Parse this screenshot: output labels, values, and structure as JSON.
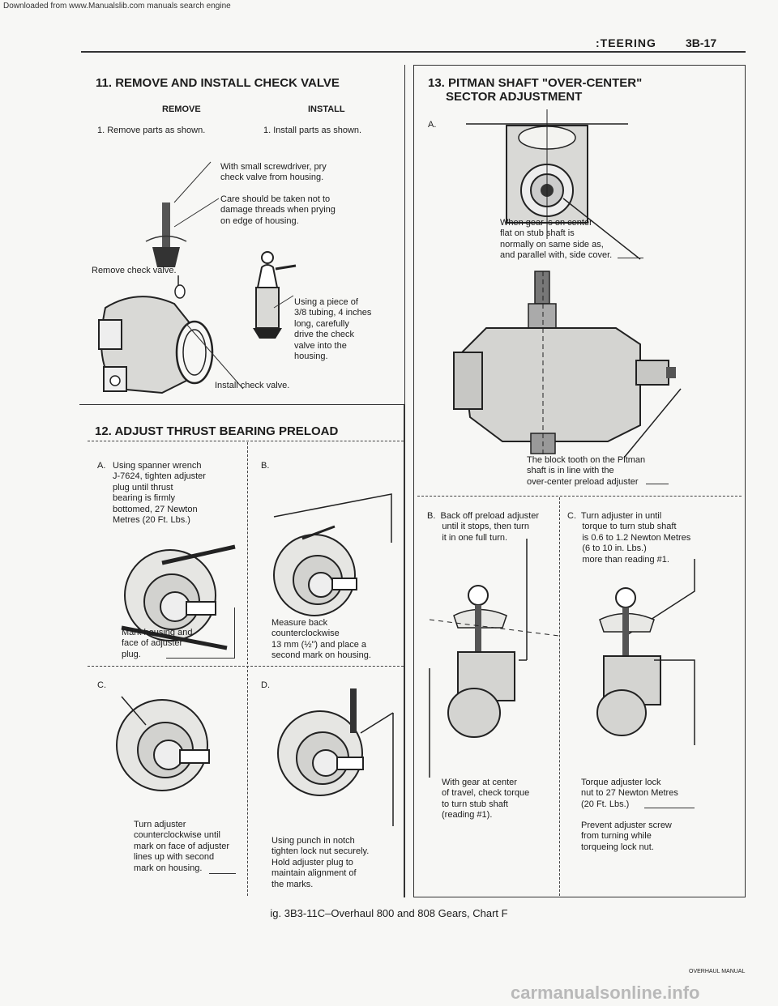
{
  "header": {
    "download_notice": "Downloaded from www.Manualslib.com manuals search engine",
    "download_link": "www.Manualslib.com",
    "page_title": ":TEERING",
    "page_number": "3B-17"
  },
  "left_panel": {
    "title": "11. REMOVE AND INSTALL CHECK VALVE",
    "remove_heading": "REMOVE",
    "install_heading": "INSTALL",
    "remove_step": "1. Remove parts as shown.",
    "install_step": "1. Install parts as shown.",
    "note_pry": "With small screwdriver, pry\ncheck valve from housing.",
    "note_care": "Care should be taken not to\ndamage threads when prying\non edge of housing.",
    "label_remove_valve": "Remove check valve.",
    "note_tubing": "Using a piece of\n3/8 tubing, 4 inches\nlong, carefully\ndrive the check\nvalve into the\nhousing.",
    "label_install_valve": "Install check valve."
  },
  "section12": {
    "title": "12. ADJUST THRUST BEARING PRELOAD",
    "a_label": "A.",
    "a_text": "Using spanner wrench\nJ-7624, tighten adjuster\nplug until thrust\nbearing is firmly\nbottomed, 27 Newton\nMetres (20 Ft. Lbs.)",
    "a_note": "Mark housing and\nface of adjuster\nplug.",
    "b_label": "B.",
    "b_note": "Measure back\ncounterclockwise\n13 mm (½\") and place a\nsecond mark on housing.",
    "c_label": "C.",
    "c_note": "Turn adjuster\ncounterclockwise until\nmark on face of adjuster\nlines up with second\nmark on housing.",
    "d_label": "D.",
    "d_note": "Using punch in notch\ntighten lock nut securely.\nHold adjuster plug to\nmaintain alignment of\nthe marks."
  },
  "right_panel": {
    "title_line1": "13. PITMAN SHAFT \"OVER-CENTER\"",
    "title_line2": "SECTOR ADJUSTMENT",
    "a_label": "A.",
    "a_note": "When gear is on center\nflat on stub shaft is\nnormally on same side as,\nand parallel with, side cover.",
    "block_note": "The block tooth on the Pitman\nshaft is in line with the\nover-center preload adjuster",
    "b_text": "B.  Back off preload adjuster\n      until it stops, then turn\n      it in one full turn.",
    "b_note": "With gear at center\nof travel, check torque\nto turn stub shaft\n(reading #1).",
    "c_text": "C.  Turn adjuster in until\n      torque to turn stub shaft\n      is 0.6 to 1.2 Newton Metres\n      (6 to 10 in. Lbs.)\n      more than reading #1.",
    "c_note1": "Torque adjuster lock\nnut to 27 Newton Metres\n(20 Ft. Lbs.)",
    "c_note2": "Prevent adjuster screw\nfrom turning while\ntorqueing lock nut."
  },
  "caption": "ig. 3B3-11C–Overhaul 800 and 808 Gears, Chart F",
  "footer": {
    "manual_tag": "OVERHAUL MANUAL",
    "watermark": "carmanualsonline.info"
  },
  "colors": {
    "ink": "#1c1c1c",
    "paper": "#f7f7f5",
    "illustration_fill": "#d9d9d6",
    "link_blue": "#1a3fbf",
    "watermark": "#b9b9b9"
  }
}
